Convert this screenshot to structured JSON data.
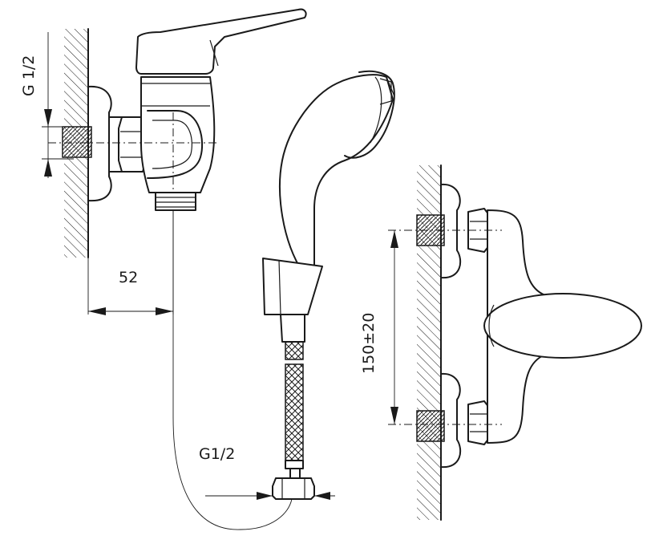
{
  "labels": {
    "thread_wall": "G 1/2",
    "offset": "52",
    "thread_hose": "G1/2",
    "spacing": "150±20"
  }
}
